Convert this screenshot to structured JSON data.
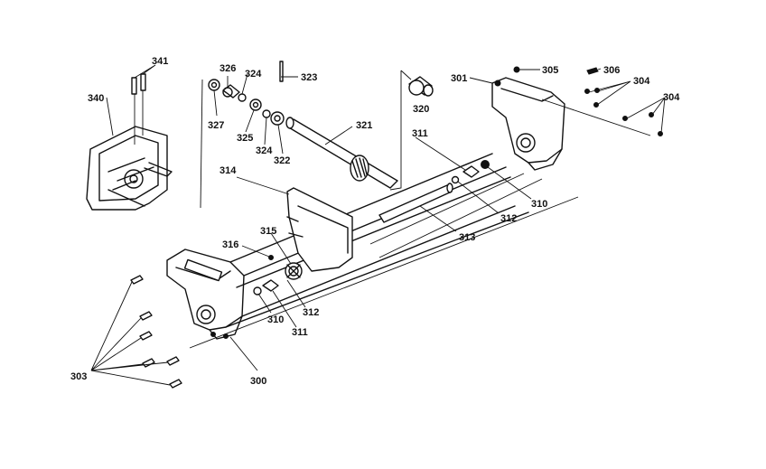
{
  "callouts": {
    "c300": "300",
    "c301": "301",
    "c303": "303",
    "c304a": "304",
    "c304b": "304",
    "c305": "305",
    "c306": "306",
    "c310a": "310",
    "c310b": "310",
    "c311a": "311",
    "c311b": "311",
    "c312a": "312",
    "c312b": "312",
    "c313": "313",
    "c314": "314",
    "c315": "315",
    "c316": "316",
    "c320": "320",
    "c321": "321",
    "c322": "322",
    "c323": "323",
    "c324a": "324",
    "c324b": "324",
    "c325": "325",
    "c326": "326",
    "c327": "327",
    "c340": "340",
    "c341": "341"
  }
}
